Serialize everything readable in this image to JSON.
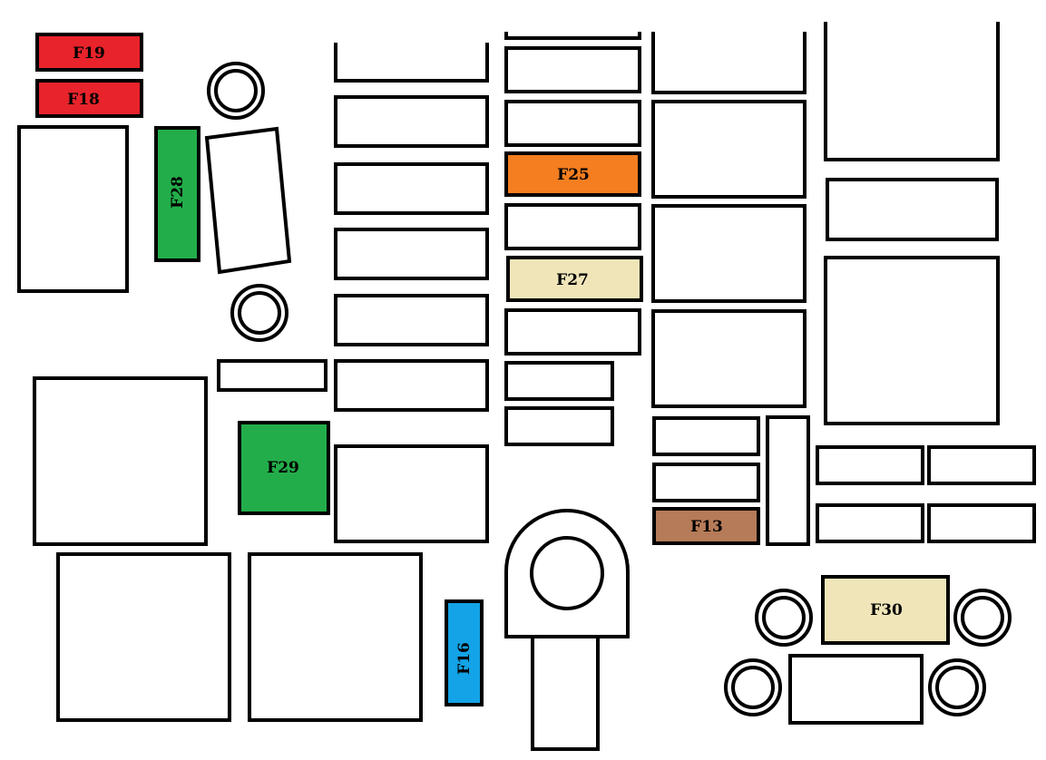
{
  "diagram": {
    "colors": {
      "red": "#e8232b",
      "green": "#23ad4a",
      "orange": "#f47e20",
      "cream": "#efe5b9",
      "brown": "#b67b58",
      "blue": "#13a3e6",
      "outline": "#000000",
      "background": "#ffffff"
    },
    "fuses": [
      {
        "id": "f19",
        "label": "F19",
        "color": "red"
      },
      {
        "id": "f18",
        "label": "F18",
        "color": "red"
      },
      {
        "id": "f28",
        "label": "F28",
        "color": "green",
        "vertical": true
      },
      {
        "id": "f25",
        "label": "F25",
        "color": "orange"
      },
      {
        "id": "f27",
        "label": "F27",
        "color": "cream"
      },
      {
        "id": "f29",
        "label": "F29",
        "color": "green"
      },
      {
        "id": "f13",
        "label": "F13",
        "color": "brown"
      },
      {
        "id": "f30",
        "label": "F30",
        "color": "cream"
      },
      {
        "id": "f16",
        "label": "F16",
        "color": "blue",
        "vertical": true
      }
    ]
  }
}
